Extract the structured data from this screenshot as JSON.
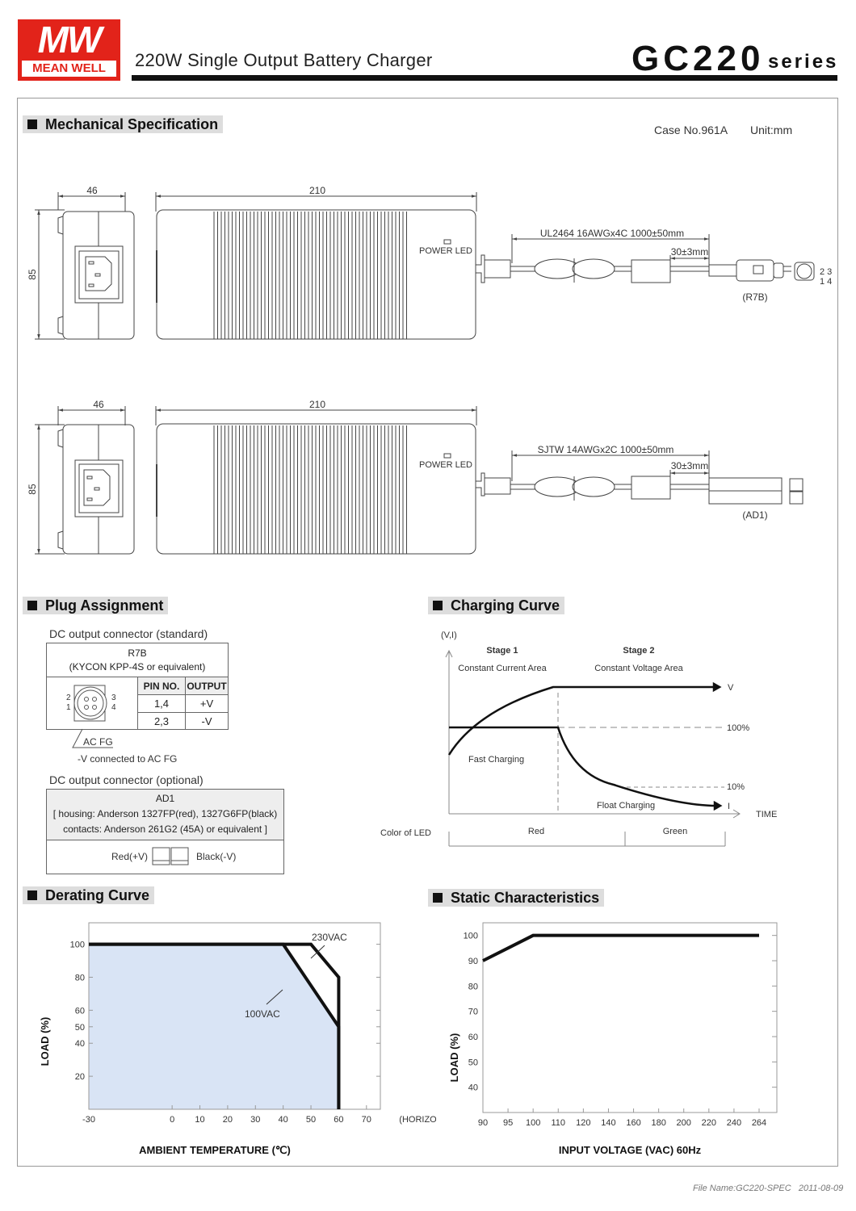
{
  "header": {
    "logo_mark": "MW",
    "logo_name": "MEAN WELL",
    "subtitle": "220W Single Output Battery Charger",
    "model": "GC220",
    "series_label": "series",
    "brand_color": "#e2231a"
  },
  "mechanical": {
    "title": "Mechanical Specification",
    "case_no": "Case No.961A",
    "unit": "Unit:mm",
    "views": [
      {
        "width_dim": "46",
        "length_dim": "210",
        "height_dim": "85",
        "led_label": "POWER LED",
        "cable_label": "UL2464 16AWGx4C 1000±50mm",
        "end_dim": "30±3mm",
        "connector_label": "(R7B)",
        "pin_top": "2 3",
        "pin_bottom": "1 4"
      },
      {
        "width_dim": "46",
        "length_dim": "210",
        "height_dim": "85",
        "led_label": "POWER LED",
        "cable_label": "SJTW 14AWGx2C 1000±50mm",
        "end_dim": "30±3mm",
        "connector_label": "(AD1)"
      }
    ]
  },
  "plug": {
    "title": "Plug Assignment",
    "standard_caption": "DC output connector (standard)",
    "r7b_name": "R7B",
    "r7b_desc": "(KYCON KPP-4S or equivalent)",
    "columns": [
      "PIN NO.",
      "OUTPUT"
    ],
    "rows": [
      [
        "1,4",
        "+V"
      ],
      [
        "2,3",
        "-V"
      ]
    ],
    "pin_labels": {
      "p1": "1",
      "p2": "2",
      "p3": "3",
      "p4": "4"
    },
    "fg_label": "AC FG",
    "fg_note": "-V connected to AC FG",
    "optional_caption": "DC output connector (optional)",
    "ad1_name": "AD1",
    "ad1_line1": "[ housing: Anderson 1327FP(red), 1327G6FP(black)",
    "ad1_line2": "contacts: Anderson 261G2 (45A) or equivalent ]",
    "red_label": "Red(+V)",
    "black_label": "Black(-V)"
  },
  "charging": {
    "title": "Charging Curve",
    "y_label": "(V,I)",
    "stage1": "Stage 1",
    "stage1_desc": "Constant Current Area",
    "stage2": "Stage 2",
    "stage2_desc": "Constant Voltage Area",
    "v_label": "V",
    "i_label": "I",
    "pct100": "100%",
    "pct10": "10%",
    "fast": "Fast Charging",
    "float": "Float Charging",
    "time": "TIME",
    "led_title": "Color of  LED",
    "led_red": "Red",
    "led_green": "Green"
  },
  "chart_data": [
    {
      "type": "area",
      "title": "Derating Curve",
      "xlabel": "AMBIENT TEMPERATURE (℃)",
      "x_suffix": "(HORIZONTAL)",
      "ylabel": "LOAD (%)",
      "xlim": [
        -30,
        75
      ],
      "ylim": [
        0,
        113
      ],
      "x_ticks": [
        -30,
        0,
        10,
        20,
        30,
        40,
        50,
        60,
        70
      ],
      "y_ticks": [
        20,
        40,
        50,
        60,
        80,
        100
      ],
      "fill_color": "#d9e4f5",
      "series": [
        {
          "name": "230VAC",
          "x": [
            -30,
            50,
            60,
            60
          ],
          "y": [
            100,
            100,
            80,
            0
          ]
        },
        {
          "name": "100VAC",
          "x": [
            -30,
            40,
            60,
            60
          ],
          "y": [
            100,
            100,
            50,
            0
          ]
        }
      ]
    },
    {
      "type": "line",
      "title": "Static Characteristics",
      "xlabel": "INPUT VOLTAGE (VAC) 60Hz",
      "ylabel": "LOAD (%)",
      "categories": [
        "90",
        "95",
        "100",
        "110",
        "120",
        "140",
        "160",
        "180",
        "200",
        "220",
        "240",
        "264"
      ],
      "y_ticks": [
        40,
        50,
        60,
        70,
        80,
        90,
        100
      ],
      "ylim": [
        30,
        105
      ],
      "series": [
        {
          "name": "Load",
          "x": [
            90,
            100,
            264
          ],
          "y": [
            90,
            100,
            100
          ]
        }
      ]
    }
  ],
  "footer": {
    "file_name": "File Name:GC220-SPEC",
    "date": "2011-08-09"
  }
}
